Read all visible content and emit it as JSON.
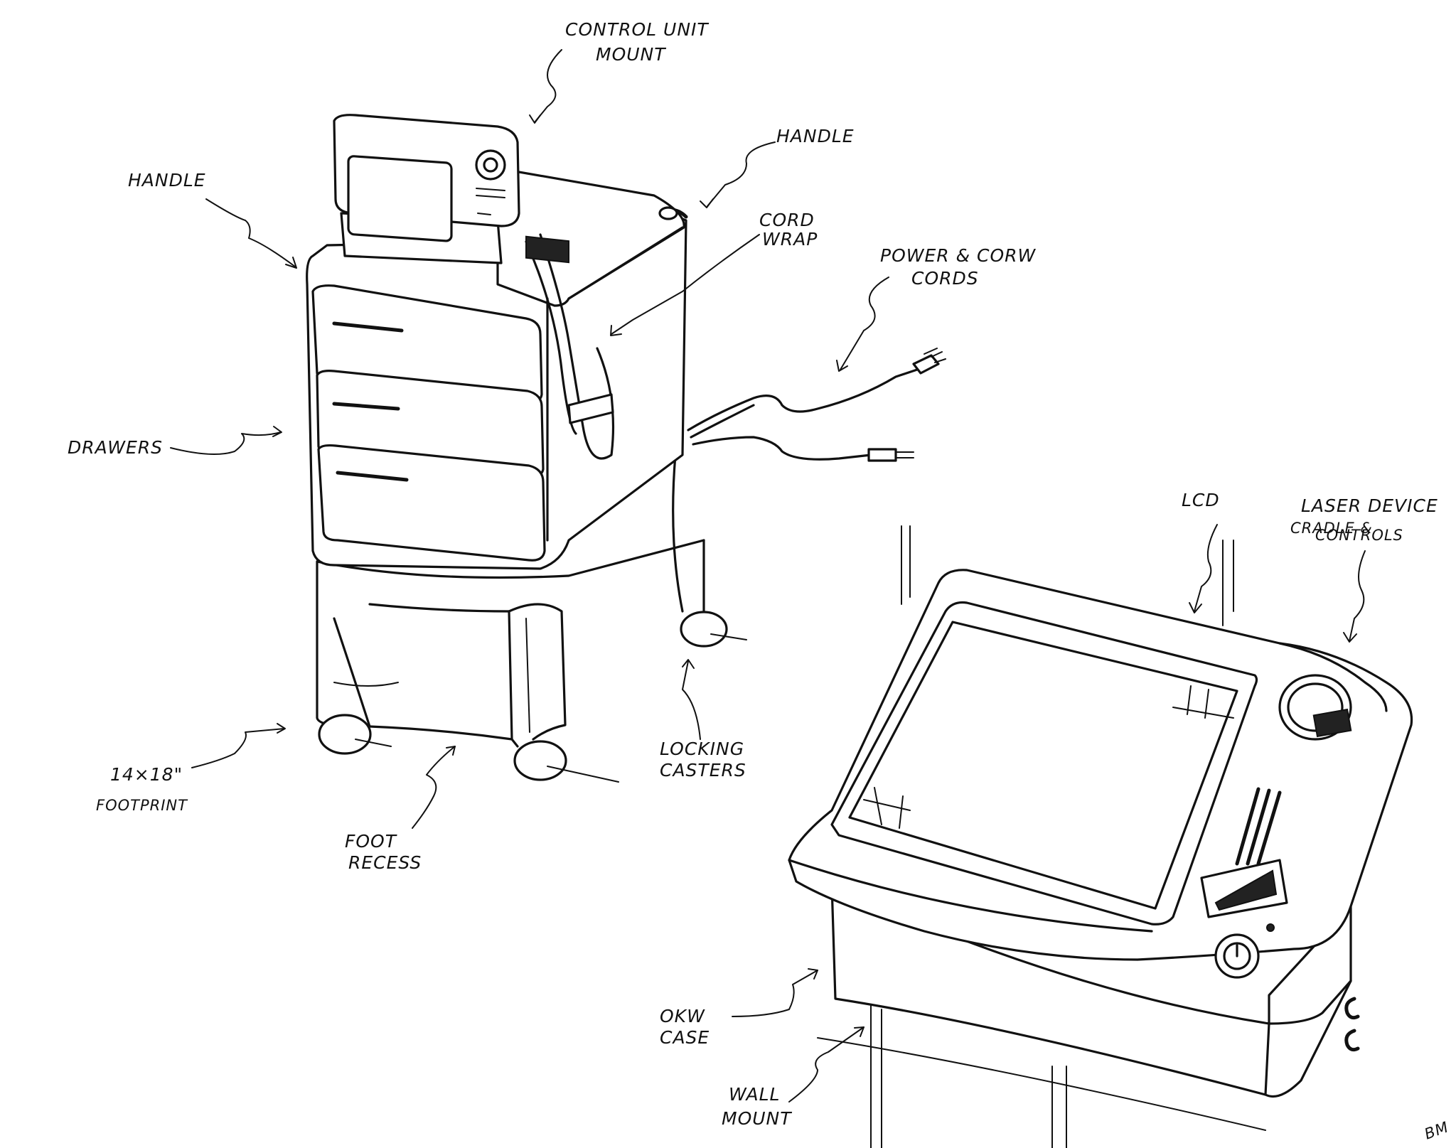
{
  "labels": {
    "control_unit_mount_1": "CONTROL UNIT",
    "control_unit_mount_2": "MOUNT",
    "handle_left": "HANDLE",
    "handle_right": "HANDLE",
    "cord_wrap_1": "CORD",
    "cord_wrap_2": "WRAP",
    "power_cords_1": "POWER & CORW",
    "power_cords_2": "CORDS",
    "drawers": "DRAWERS",
    "footprint_1": "14×18\"",
    "footprint_2": "FOOTPRINT",
    "foot_recess_1": "FOOT",
    "foot_recess_2": "RECESS",
    "locking_casters_1": "LOCKING",
    "locking_casters_2": "CASTERS",
    "lcd": "LCD",
    "laser_device_1": "LASER DEVICE",
    "laser_device_2": "CRADLE &",
    "laser_device_3": "CONTROLS",
    "okw_case_1": "OKW",
    "okw_case_2": "CASE",
    "wall_mount_1": "WALL",
    "wall_mount_2": "MOUNT",
    "corner_mark": "BM"
  }
}
